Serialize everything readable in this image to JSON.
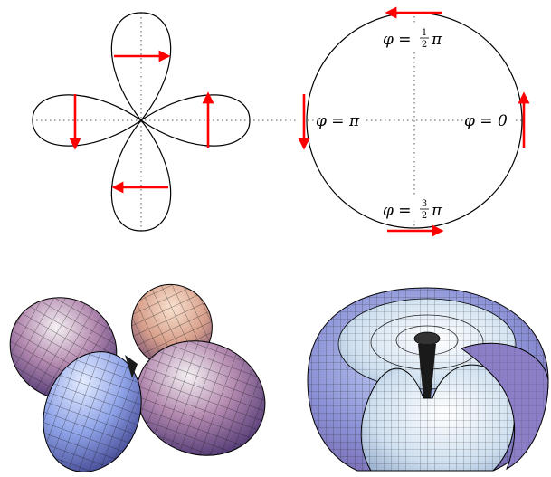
{
  "panels": {
    "clover": {
      "name": "four-lobe polar plot"
    },
    "circle": {
      "labels": {
        "top": {
          "sym": "φ = ",
          "num": "1",
          "den": "2",
          "tail": "π"
        },
        "left": {
          "text": "φ = π"
        },
        "right": {
          "text": "φ = 0"
        },
        "bottom": {
          "sym": "φ = ",
          "num": "3",
          "den": "2",
          "tail": "π"
        }
      }
    }
  },
  "colors": {
    "arrow": "#ff0000",
    "stroke": "#000000",
    "axis": "#555555",
    "surface_light": "#eef2f6",
    "surface_blue": "#6f86df",
    "surface_purple": "#7e5ea8",
    "surface_peach": "#e8b39c"
  },
  "icons": [
    "arrow-icon"
  ]
}
